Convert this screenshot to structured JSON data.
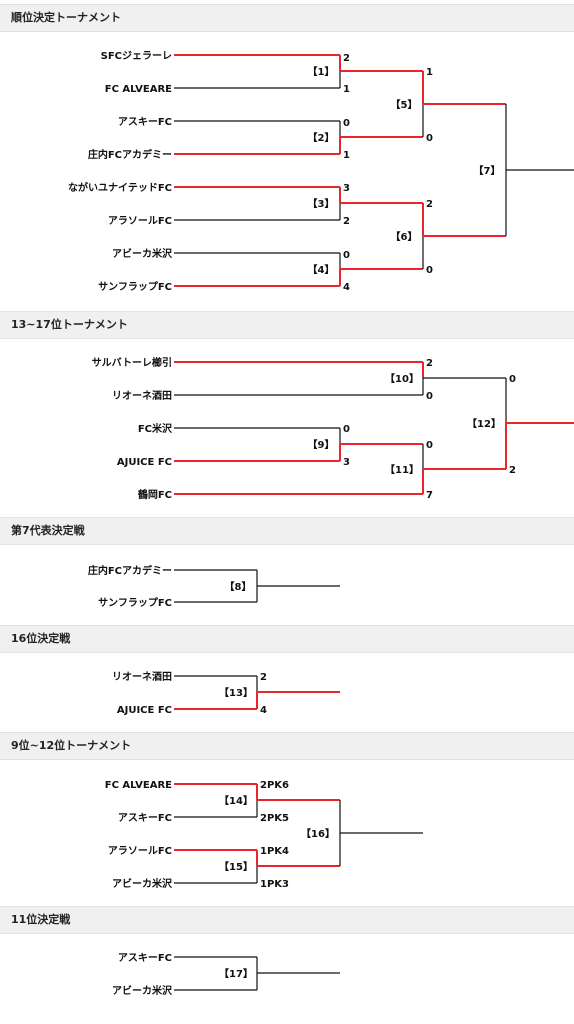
{
  "sections": [
    {
      "title": "順位決定トーナメント"
    },
    {
      "title": "13~17位トーナメント"
    },
    {
      "title": "第7代表決定戦"
    },
    {
      "title": "16位決定戦"
    },
    {
      "title": "9位~12位トーナメント"
    },
    {
      "title": "11位決定戦"
    }
  ],
  "colors": {
    "winner": "#e8262b",
    "normal": "#111111",
    "header_bg": "#f0f0f0"
  },
  "t1": {
    "teams": [
      "SFCジェラーレ",
      "FC ALVEARE",
      "アスキーFC",
      "庄内FCアカデミー",
      "ながいユナイテッドFC",
      "アラソールFC",
      "アビーカ米沢",
      "サンフラップFC"
    ],
    "r1_scores": [
      "2",
      "1",
      "0",
      "1",
      "3",
      "2",
      "0",
      "4"
    ],
    "r2_scores": [
      "1",
      "0",
      "2",
      "0"
    ],
    "matches": [
      "【1】",
      "【2】",
      "【3】",
      "【4】",
      "【5】",
      "【6】",
      "【7】"
    ]
  },
  "t2": {
    "teams": [
      "サルバトーレ櫛引",
      "リオーネ酒田",
      "FC米沢",
      "AJUICE FC",
      "鶴岡FC"
    ],
    "scores": [
      "2",
      "0",
      "0",
      "3",
      "0",
      "7",
      "0",
      "2"
    ],
    "matches": [
      "【10】",
      "【9】",
      "【11】",
      "【12】"
    ]
  },
  "t3": {
    "teams": [
      "庄内FCアカデミー",
      "サンフラップFC"
    ],
    "match": "【8】"
  },
  "t4": {
    "teams": [
      "リオーネ酒田",
      "AJUICE FC"
    ],
    "scores": [
      "2",
      "4"
    ],
    "match": "【13】"
  },
  "t5": {
    "teams": [
      "FC ALVEARE",
      "アスキーFC",
      "アラソールFC",
      "アビーカ米沢"
    ],
    "scores": [
      "2PK6",
      "2PK5",
      "1PK4",
      "1PK3"
    ],
    "matches": [
      "【14】",
      "【15】",
      "【16】"
    ]
  },
  "t6": {
    "teams": [
      "アスキーFC",
      "アビーカ米沢"
    ],
    "match": "【17】"
  }
}
